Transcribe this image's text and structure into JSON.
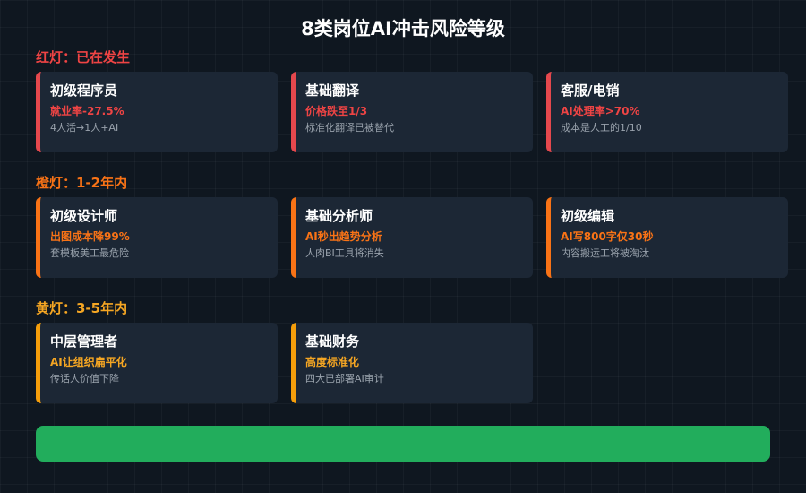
{
  "title": "8类岗位AI冲击风险等级",
  "colors": {
    "red": "#ef4444",
    "orange": "#f97316",
    "yellow": "#f59e0b",
    "green": "#22ad5c",
    "card_bg": "#1c2735"
  },
  "sections": [
    {
      "label": "红灯：已在发生",
      "cards": [
        {
          "title": "初级程序员",
          "metric": "就业率-27.5%",
          "note": "4人活→1人+AI"
        },
        {
          "title": "基础翻译",
          "metric": "价格跌至1/3",
          "note": "标准化翻译已被替代"
        },
        {
          "title": "客服/电销",
          "metric": "AI处理率>70%",
          "note": "成本是人工的1/10"
        }
      ]
    },
    {
      "label": "橙灯：1-2年内",
      "cards": [
        {
          "title": "初级设计师",
          "metric": "出图成本降99%",
          "note": "套模板美工最危险"
        },
        {
          "title": "基础分析师",
          "metric": "AI秒出趋势分析",
          "note": "人肉BI工具将消失"
        },
        {
          "title": "初级编辑",
          "metric": "AI写800字仅30秒",
          "note": "内容搬运工将被淘汰"
        }
      ]
    },
    {
      "label": "黄灯：3-5年内",
      "cards": [
        {
          "title": "中层管理者",
          "metric": "AI让组织扁平化",
          "note": "传话人价值下降"
        },
        {
          "title": "基础财务",
          "metric": "高度标准化",
          "note": "四大已部署AI审计"
        }
      ]
    }
  ]
}
